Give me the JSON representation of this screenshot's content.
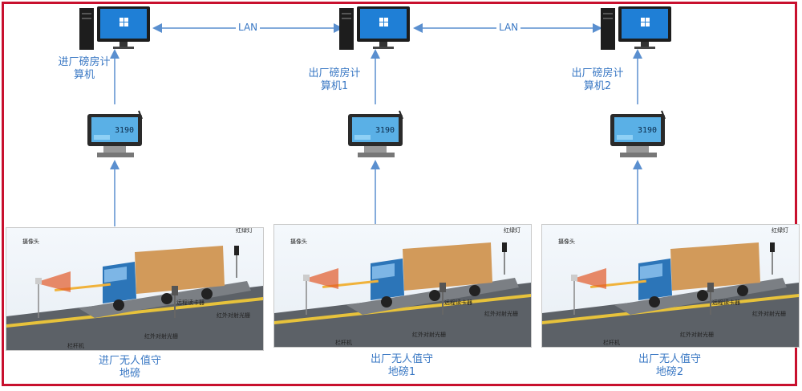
{
  "lan_labels": [
    "LAN",
    "LAN"
  ],
  "stations": [
    {
      "computer_label": [
        "进厂磅房计",
        "算机"
      ],
      "scale_label": [
        "进厂无人值守",
        "地磅"
      ]
    },
    {
      "computer_label": [
        "出厂磅房计",
        "算机1"
      ],
      "scale_label": [
        "出厂无人值守",
        "地磅1"
      ]
    },
    {
      "computer_label": [
        "出厂磅房计",
        "算机2"
      ],
      "scale_label": [
        "出厂无人值守",
        "地磅2"
      ]
    }
  ],
  "terminal_readout": "3190",
  "scene_tags": {
    "camera": "摄像头",
    "traffic_light": "红绿灯",
    "card_reader": "远程读卡器",
    "ir_grating": "红外对射光栅",
    "barrier": "栏杆机",
    "ir_beam": "红外对射光栅"
  },
  "colors": {
    "border": "#c8102e",
    "line": "#5a8fcf",
    "text": "#3a78c4"
  }
}
